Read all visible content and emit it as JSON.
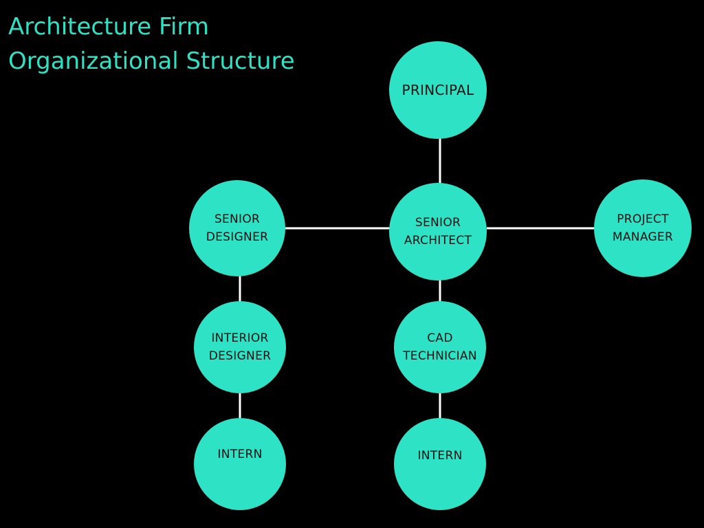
{
  "title": {
    "line1": "Architecture Firm",
    "line2": "Organizational Structure"
  },
  "colors": {
    "background": "#000000",
    "node_fill": "#2ee2c5",
    "title_text": "#2ee2c5",
    "node_text": "#111111",
    "connector": "#ffffff"
  },
  "nodes": {
    "principal": {
      "line1": "PRINCIPAL"
    },
    "senior_architect": {
      "line1": "SENIOR",
      "line2": "ARCHITECT"
    },
    "senior_designer": {
      "line1": "SENIOR",
      "line2": "DESIGNER"
    },
    "project_manager": {
      "line1": "PROJECT",
      "line2": "MANAGER"
    },
    "interior_designer": {
      "line1": "INTERIOR",
      "line2": "DESIGNER"
    },
    "cad_technician": {
      "line1": "CAD",
      "line2": "TECHNICIAN"
    },
    "intern_design": {
      "line1": "INTERN"
    },
    "intern_cad": {
      "line1": "INTERN"
    }
  }
}
